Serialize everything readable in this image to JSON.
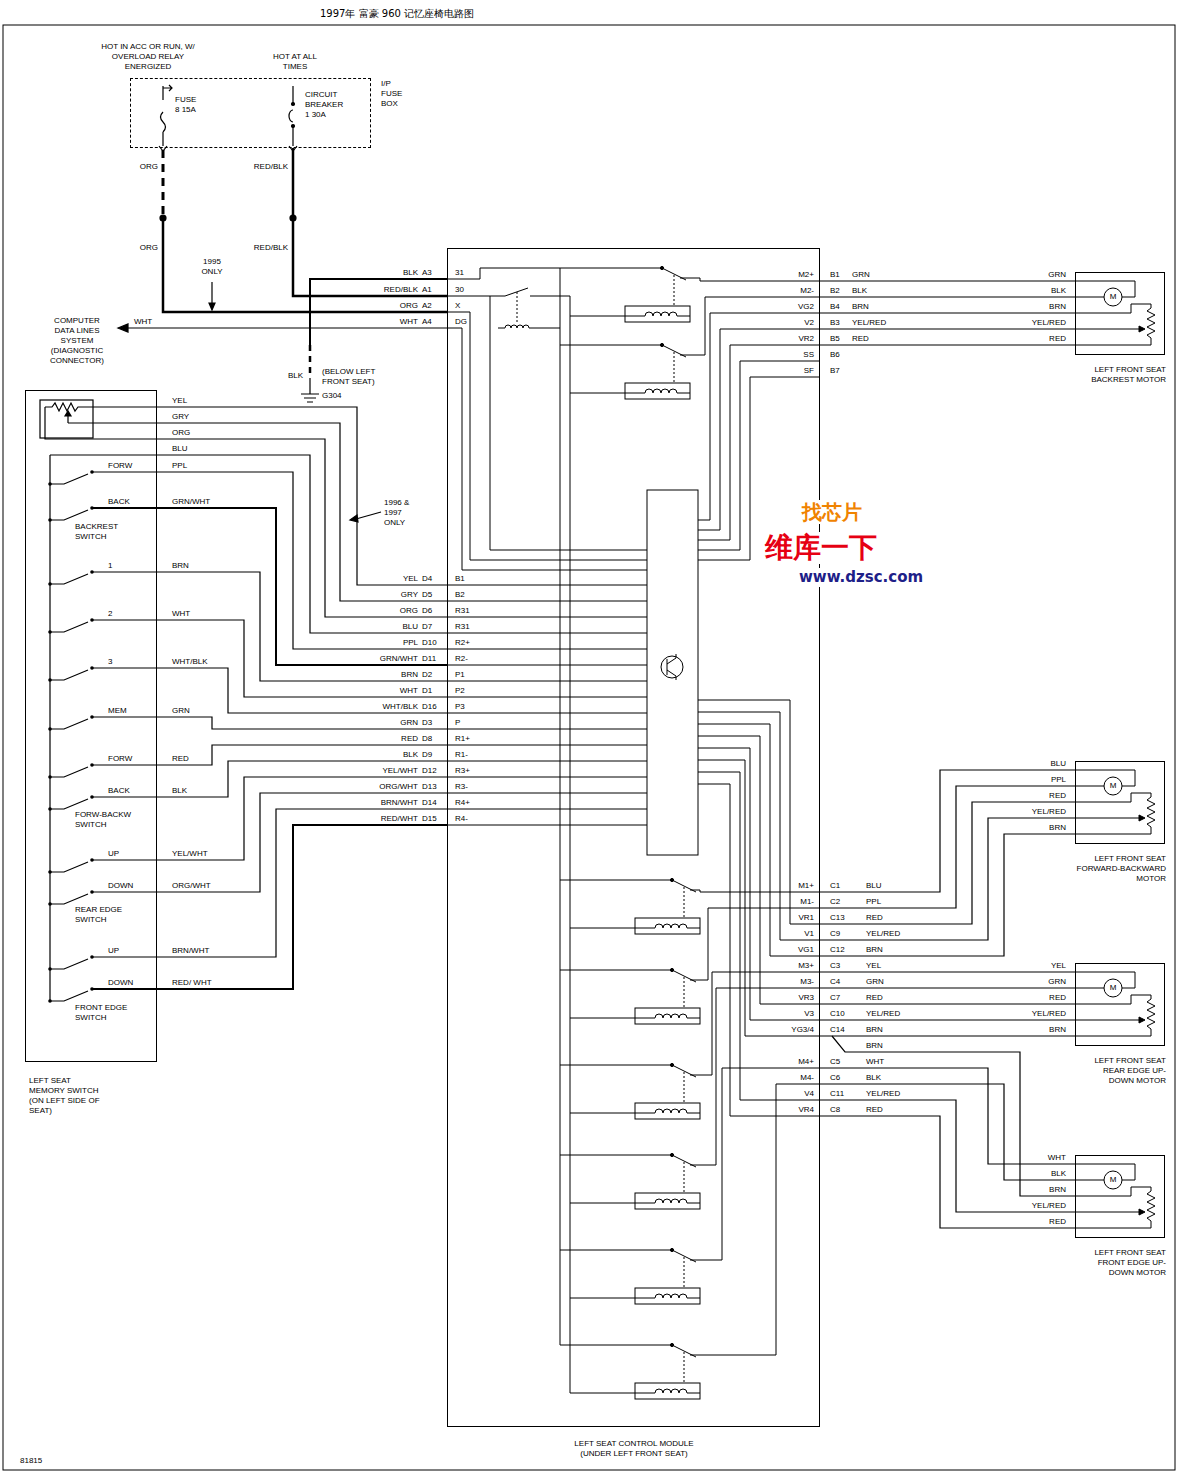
{
  "diagram": {
    "title": "1997年 富豪 960 记忆座椅电路图",
    "nodes": [
      {
        "text": [
          "I/P FUSE BOX"
        ]
      },
      {
        "text": [
          "LEFT SEAT MEMORY SWITCH (ON LEFT SIDE OF SEAT)"
        ]
      },
      {
        "text": [
          "LEFT SEAT CONTROL MODULE (UNDER LEFT FRONT SEAT)"
        ]
      },
      {
        "text": [
          "LEFT FRONT SEAT BACKREST MOTOR"
        ]
      },
      {
        "text": [
          "LEFT FRONT SEAT FORWARD-BACKWARD MOTOR"
        ]
      },
      {
        "text": [
          "LEFT FRONT SEAT REAR EDGE UP-DOWN MOTOR"
        ]
      },
      {
        "text": [
          "LEFT FRONT SEAT FRONT EDGE UP-DOWN MOTOR"
        ]
      }
    ],
    "edges": [
      {
        "from": 0,
        "to": 2,
        "arrow": "none"
      },
      {
        "from": 1,
        "to": 2,
        "arrow": "none"
      },
      {
        "from": 2,
        "to": 3,
        "arrow": "none"
      },
      {
        "from": 2,
        "to": 4,
        "arrow": "none"
      },
      {
        "from": 2,
        "to": 5,
        "arrow": "none"
      },
      {
        "from": 2,
        "to": 6,
        "arrow": "none"
      }
    ],
    "labels": [
      "HOT IN ACC OR RUN, W/ OVERLOAD RELAY ENERGIZED",
      "HOT AT ALL TIMES",
      "FUSE 8 15A",
      "CIRCUIT BREAKER 1 30A",
      "ORG",
      "RED/BLK",
      "ORG",
      "RED/BLK",
      "1995 ONLY",
      "COMPUTER DATA LINES SYSTEM (DIAGNOSTIC CONNECTOR)",
      "WHT",
      "BLK",
      "(BELOW LEFT FRONT SEAT)",
      "G304",
      "BLK",
      "A3",
      "31",
      "RED/BLK",
      "A1",
      "30",
      "ORG",
      "A2",
      "X",
      "WHT",
      "A4",
      "DG",
      "YEL",
      "GRY",
      "ORG",
      "BLU",
      "FORW",
      "PPL",
      "BACK",
      "GRN/WHT",
      "BACKREST SWITCH",
      "1996 & 1997 ONLY",
      "1",
      "BRN",
      "2",
      "WHT",
      "3",
      "WHT/BLK",
      "MEM",
      "GRN",
      "FORW",
      "RED",
      "BACK",
      "BLK",
      "FORW-BACKW SWITCH",
      "UP",
      "YEL/WHT",
      "DOWN",
      "ORG/WHT",
      "REAR EDGE SWITCH",
      "UP",
      "BRN/WHT",
      "DOWN",
      "RED/ WHT",
      "FRONT EDGE SWITCH",
      "YEL",
      "D4",
      "B1",
      "GRY",
      "D5",
      "B2",
      "ORG",
      "D6",
      "R31",
      "BLU",
      "D7",
      "R31",
      "PPL",
      "D10",
      "R2+",
      "GRN/WHT",
      "D11",
      "R2-",
      "BRN",
      "D2",
      "P1",
      "WHT",
      "D1",
      "P2",
      "WHT/BLK",
      "D16",
      "P3",
      "GRN",
      "D3",
      "P",
      "RED",
      "D8",
      "R1+",
      "BLK",
      "D9",
      "R1-",
      "YEL/WHT",
      "D12",
      "R3+",
      "ORG/WHT",
      "D13",
      "R3-",
      "BRN/WHT",
      "D14",
      "R4+",
      "RED/WHT",
      "D15",
      "R4-",
      "M2+",
      "B1",
      "GRN",
      "M2-",
      "B2",
      "BLK",
      "VG2",
      "B4",
      "BRN",
      "V2",
      "B3",
      "YEL/RED",
      "VR2",
      "B5",
      "RED",
      "SS",
      "B6",
      "SF",
      "B7",
      "GRN",
      "BLK",
      "BRN",
      "YEL/RED",
      "RED",
      "M",
      "M1+",
      "C1",
      "BLU",
      "M1-",
      "C2",
      "PPL",
      "VR1",
      "C13",
      "RED",
      "V1",
      "C9",
      "YEL/RED",
      "VG1",
      "C12",
      "BRN",
      "M3+",
      "C3",
      "YEL",
      "M3-",
      "C4",
      "GRN",
      "VR3",
      "C7",
      "RED",
      "V3",
      "C10",
      "YEL/RED",
      "YG3/4",
      "C14",
      "BRN",
      "BRN",
      "M4+",
      "C5",
      "WHT",
      "M4-",
      "C6",
      "BLK",
      "V4",
      "C11",
      "YEL/RED",
      "VR4",
      "C8",
      "RED",
      "BLU",
      "PPL",
      "RED",
      "YEL/RED",
      "BRN",
      "M",
      "YEL",
      "GRN",
      "RED",
      "YEL/RED",
      "BRN",
      "M",
      "WHT",
      "BLK",
      "BRN",
      "YEL/RED",
      "RED",
      "M",
      "找芯片",
      "维库一下",
      "www.dzsc.com",
      "81815"
    ]
  }
}
